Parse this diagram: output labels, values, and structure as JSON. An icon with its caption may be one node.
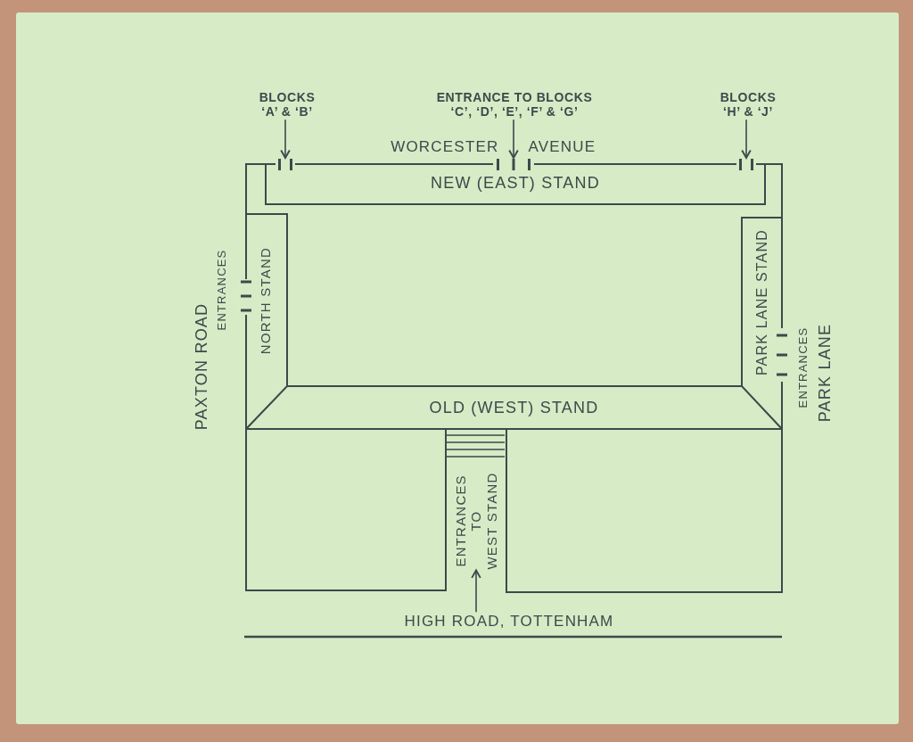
{
  "diagram": {
    "nodes": [
      {
        "text": [
          "BLOCKS ‘A’ & ‘B’"
        ]
      },
      {
        "text": [
          "ENTRANCE TO BLOCKS ‘C’, ‘D’, ‘E’, ‘F’ & ‘G’"
        ]
      },
      {
        "text": [
          "BLOCKS ‘H’ & ‘J’"
        ]
      },
      {
        "text": [],
        "shape": "bar"
      },
      {
        "text": [],
        "shape": "bar"
      },
      {
        "text": [],
        "shape": "bar"
      },
      {
        "text": [
          "NEW (EAST) STAND"
        ]
      },
      {
        "text": [
          "NORTH STAND"
        ]
      },
      {
        "text": [
          "PARK LANE STAND"
        ]
      },
      {
        "text": [
          "OLD (WEST) STAND"
        ]
      },
      {
        "text": [],
        "shape": "box"
      },
      {
        "text": [
          "ENTRANCES TO WEST STAND"
        ]
      },
      {
        "text": [],
        "shape": "box"
      },
      {
        "text": [
          "HIGH ROAD, TOTTENHAM"
        ]
      }
    ],
    "edges": [
      {
        "from": 0,
        "to": 3,
        "arrow": "to"
      },
      {
        "from": 1,
        "to": 4,
        "arrow": "to"
      },
      {
        "from": 2,
        "to": 5,
        "arrow": "to"
      },
      {
        "from": 13,
        "to": 11,
        "arrow": "to"
      }
    ],
    "labels": [
      "WORCESTER AVENUE",
      "PAXTON ROAD",
      "ENTRANCES",
      "ENTRANCES",
      "PARK LANE"
    ]
  }
}
